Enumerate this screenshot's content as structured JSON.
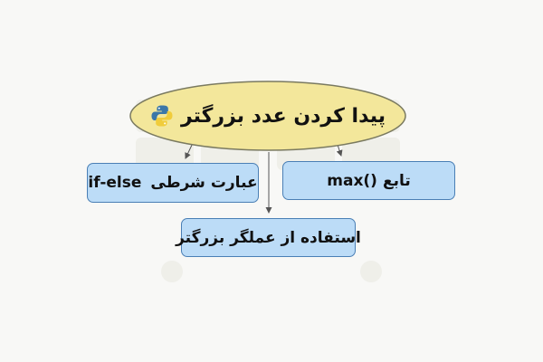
{
  "diagram": {
    "root": {
      "label": "پیدا کردن عدد بزرگتر",
      "icon": "python-logo-icon",
      "fill_color": "#f3e79b",
      "border_color": "#7a7a60"
    },
    "nodes": [
      {
        "id": "if-else",
        "label": "عبارت شرطی",
        "code": "if-else"
      },
      {
        "id": "max",
        "label": "تابع",
        "code": "max()"
      },
      {
        "id": "operator",
        "label": "استفاده از عملگر بزرگتر"
      }
    ],
    "node_fill_color": "#bcdcf7",
    "node_border_color": "#4a7fb5",
    "background_color": "#f8f8f6"
  }
}
